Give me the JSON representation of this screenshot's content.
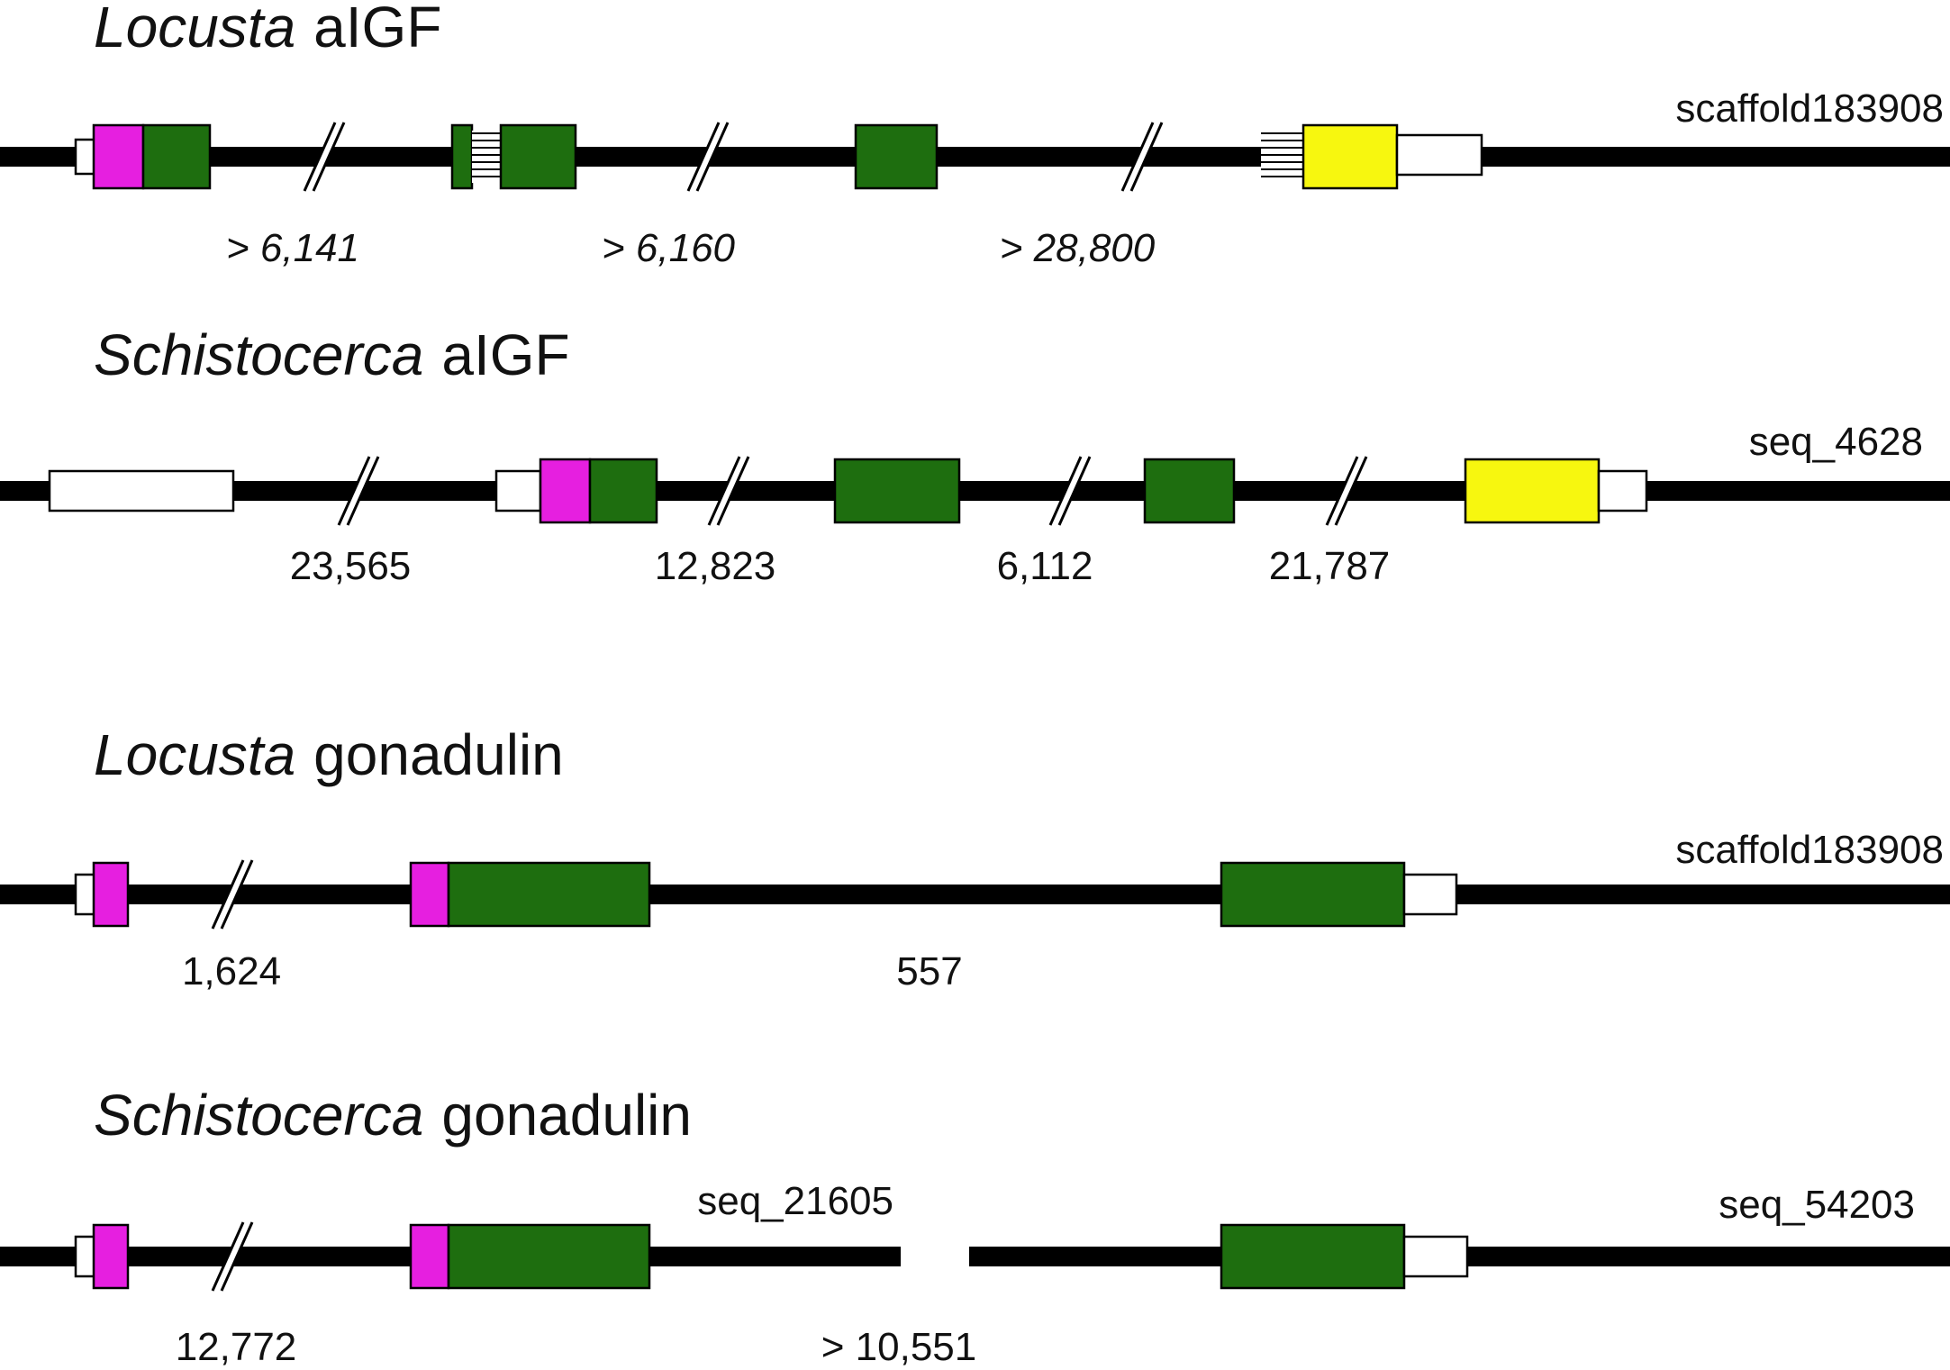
{
  "colors": {
    "backbone": "#000000",
    "utr": "#ffffff",
    "signal_peptide": "#e61fe0",
    "coding_exon": "#1e6e0f",
    "c_terminal_exon": "#f7f70f",
    "outline": "#000000"
  },
  "genes": [
    {
      "title_genus": "Locusta",
      "title_name": "aIGF",
      "scaffold_labels": [
        "scaffold183908"
      ],
      "distances": [
        "> 6,141",
        "> 6,160",
        "> 28,800"
      ],
      "distances_italic": true
    },
    {
      "title_genus": "Schistocerca",
      "title_name": "aIGF",
      "scaffold_labels": [
        "seq_4628"
      ],
      "distances": [
        "23,565",
        "12,823",
        "6,112",
        "21,787"
      ],
      "distances_italic": false
    },
    {
      "title_genus": "Locusta",
      "title_name": "gonadulin",
      "scaffold_labels": [
        "scaffold183908"
      ],
      "distances": [
        "1,624",
        "557"
      ],
      "distances_italic": false
    },
    {
      "title_genus": "Schistocerca",
      "title_name": "gonadulin",
      "scaffold_labels": [
        "seq_21605",
        "seq_54203"
      ],
      "distances": [
        "12,772",
        "> 10,551"
      ],
      "distances_italic": false
    }
  ]
}
